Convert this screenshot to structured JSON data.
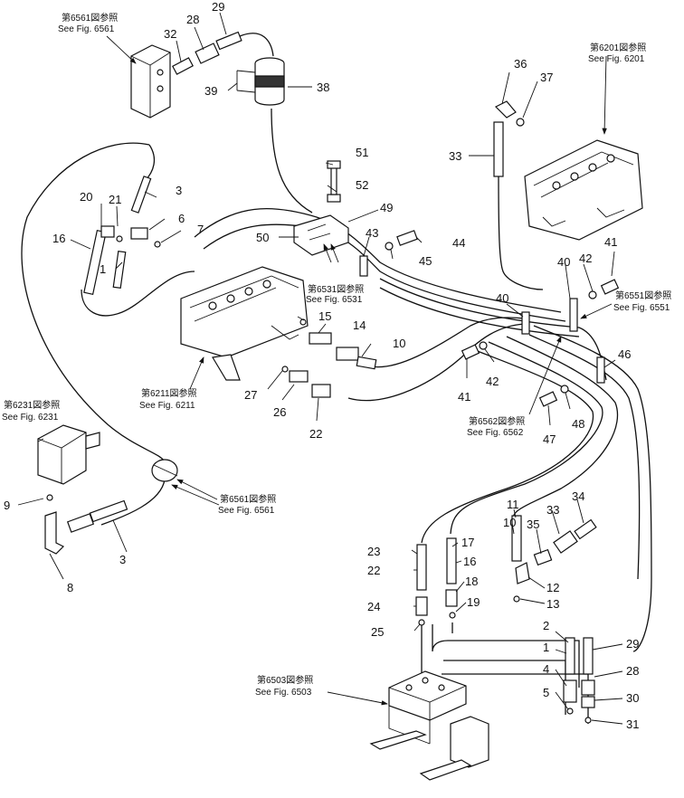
{
  "callouts": {
    "c1a": "1",
    "c1b": "1",
    "c2": "2",
    "c3a": "3",
    "c3b": "3",
    "c4": "4",
    "c5": "5",
    "c6": "6",
    "c7": "7",
    "c8": "8",
    "c9": "9",
    "c10a": "10",
    "c10b": "10",
    "c11": "11",
    "c12": "12",
    "c13": "13",
    "c14": "14",
    "c15": "15",
    "c16a": "16",
    "c16b": "16",
    "c17": "17",
    "c18": "18",
    "c19": "19",
    "c20": "20",
    "c21": "21",
    "c22a": "22",
    "c22b": "22",
    "c23": "23",
    "c24": "24",
    "c25": "25",
    "c26": "26",
    "c27": "27",
    "c28a": "28",
    "c28b": "28",
    "c29a": "29",
    "c29b": "29",
    "c30": "30",
    "c31": "31",
    "c32": "32",
    "c33a": "33",
    "c33b": "33",
    "c34": "34",
    "c35": "35",
    "c36": "36",
    "c37": "37",
    "c38": "38",
    "c39": "39",
    "c40a": "40",
    "c40b": "40",
    "c41a": "41",
    "c41b": "41",
    "c42a": "42",
    "c42b": "42",
    "c43": "43",
    "c44": "44",
    "c45": "45",
    "c46": "46",
    "c47": "47",
    "c48": "48",
    "c49": "49",
    "c50": "50",
    "c51": "51",
    "c52": "52"
  },
  "refs": {
    "r6561a_jp": "第6561図参照",
    "r6561a_en": "See Fig. 6561",
    "r6201_jp": "第6201図参照",
    "r6201_en": "See Fig. 6201",
    "r6531_jp": "第6531図参照",
    "r6531_en": "See Fig. 6531",
    "r6551_jp": "第6551図参照",
    "r6551_en": "See Fig. 6551",
    "r6211_jp": "第6211図参照",
    "r6211_en": "See Fig. 6211",
    "r6562_jp": "第6562図参照",
    "r6562_en": "See Fig. 6562",
    "r6231_jp": "第6231図参照",
    "r6231_en": "See Fig. 6231",
    "r6561b_jp": "第6561図参照",
    "r6561b_en": "See Fig. 6561",
    "r6503_jp": "第6503図参照",
    "r6503_en": "See Fig. 6503"
  }
}
